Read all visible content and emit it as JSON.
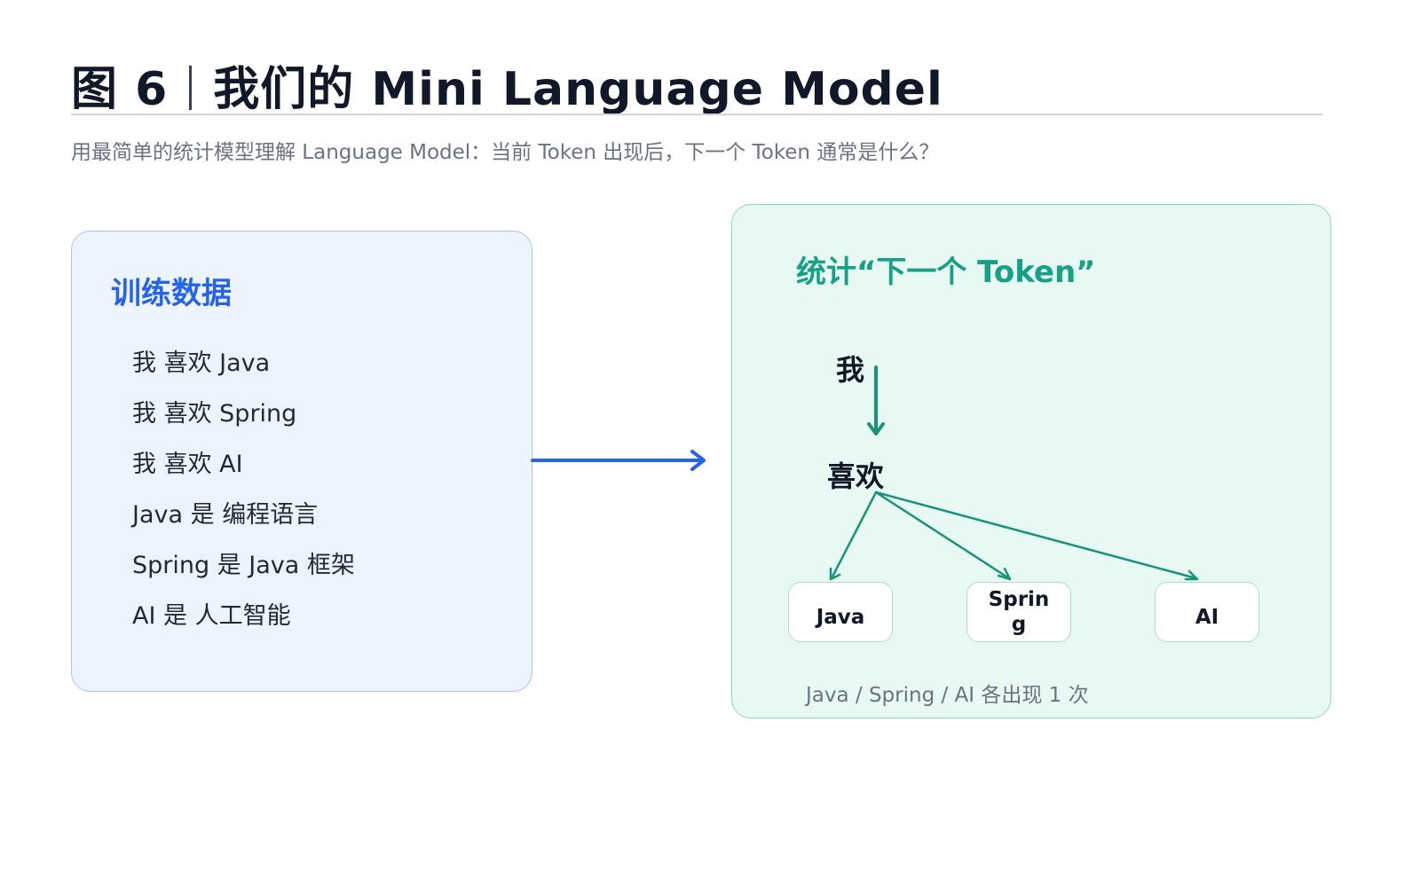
{
  "header": {
    "figure_label": "图 6",
    "title": "我们的 Mini Language Model",
    "subtitle": "用最简单的统计模型理解 Language Model：当前 Token 出现后，下一个 Token 通常是什么？"
  },
  "training_panel": {
    "title": "训练数据",
    "lines": [
      "我 喜欢 Java",
      "我 喜欢 Spring",
      "我 喜欢 AI",
      "Java 是 编程语言",
      "Spring 是 Java 框架",
      "AI 是 人工智能"
    ]
  },
  "stats_panel": {
    "title": "统计“下一个 Token”",
    "root_token": "我",
    "next_token": "喜欢",
    "candidates": [
      "Java",
      "Spring",
      "AI"
    ],
    "note": "Java / Spring / AI 各出现 1 次"
  },
  "colors": {
    "blue_accent": "#2563eb",
    "green_accent": "#16a085",
    "arrow_green": "#1a9479",
    "left_panel_bg": "#eef4ff",
    "right_panel_bg": "#e8f8f2"
  }
}
